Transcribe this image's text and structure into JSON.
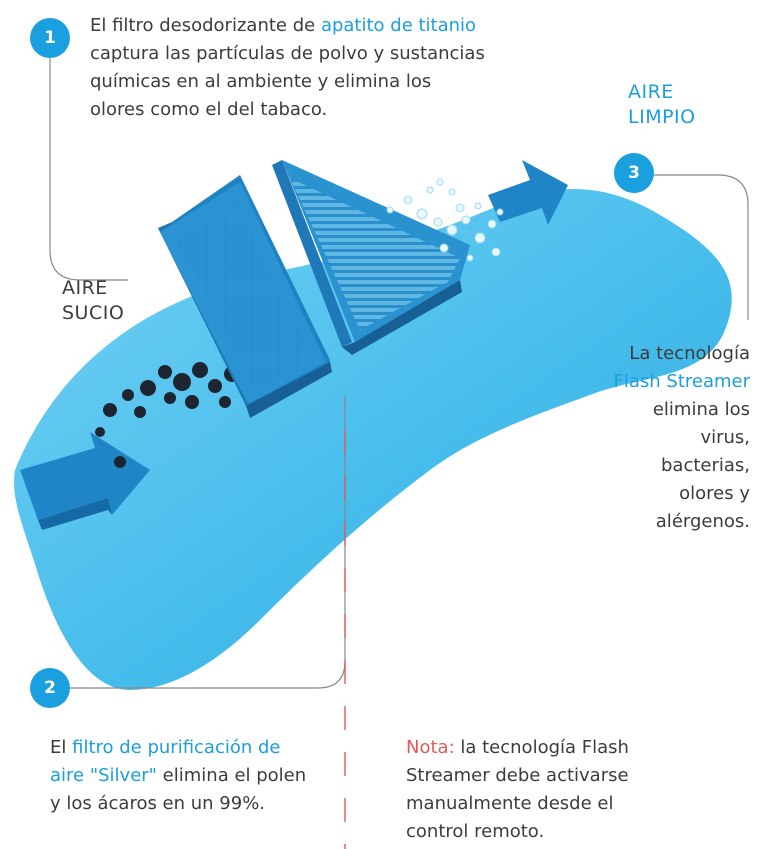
{
  "step1": {
    "number": "1",
    "text_before": "El filtro desodorizante de ",
    "highlight": "apatito de titanio",
    "text_after": " captura las partículas de polvo  y sustancias químicas en al ambiente y elimina los olores como el del tabaco."
  },
  "step2": {
    "number": "2",
    "text_before": "El ",
    "highlight": "filtro de purificación de aire \"Silver\"",
    "text_after": " elimina el polen y los ácaros en un 99%."
  },
  "step3": {
    "number": "3",
    "text_before": "La tecnología ",
    "highlight": "Flash Streamer",
    "text_after": " elimina los virus, bacterias, olores y alérgenos."
  },
  "label_dirty": "AIRE SUCIO",
  "label_clean": "AIRE LIMPIO",
  "note": {
    "label": "Nota:",
    "text": " la tecnología Flash Streamer debe activarse manualmente desde el control remoto."
  },
  "colors": {
    "accent": "#1a9fdf",
    "surface": "#4cc0ee",
    "arrow": "#1f85c6",
    "note_red": "#e25a5a",
    "text": "#3c3c3c"
  }
}
